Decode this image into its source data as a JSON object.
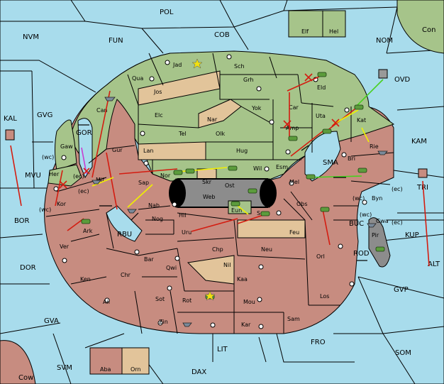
{
  "colors": {
    "sea": "#a8dcec",
    "green_power": "#a6c48a",
    "red_power": "#c78c80",
    "neutral": "#e2c49a",
    "impassable": "#8c8c8c",
    "order_move": "#d41c10",
    "order_support": "#f0f000",
    "order_convoy": "#48d020",
    "order_other": "#c83cd0"
  },
  "sea_labels": {
    "pol": "POL",
    "nvm": "NVM",
    "fun": "FUN",
    "cob": "COB",
    "nom": "NOM",
    "con": "Con",
    "gvg": "GVG",
    "kal": "KAL",
    "ovd": "OVD",
    "kam": "KAM",
    "mvu": "MVU",
    "bor": "BOR",
    "sma": "SMA",
    "buc": "BUC",
    "kup": "KUP",
    "dor": "DOR",
    "rod": "ROD",
    "alt": "ALT",
    "gvp": "GVP",
    "gva": "GVA",
    "lit": "LIT",
    "fro": "FRO",
    "som": "SOM",
    "svm": "SVM",
    "dax": "DAX",
    "rbu": "RBU",
    "gor": "GOR",
    "tri": "TRI",
    "cow": "Cow"
  },
  "land_labels": {
    "elf": "Elf",
    "hel": "Hel",
    "jad": "Jad",
    "sch": "Sch",
    "qua": "Qua",
    "grh": "Grh",
    "eld": "Eld",
    "jos": "Jos",
    "can": "Can",
    "car": "Car",
    "yok": "Yok",
    "elc": "Elc",
    "nar": "Nar",
    "uta": "Uta",
    "kat": "Kat",
    "amp": "Amp",
    "tel": "Tel",
    "olk": "Olk",
    "gaw": "Gaw",
    "gur": "Gur",
    "lan": "Lan",
    "hug": "Hug",
    "rie": "Rie",
    "bri": "Bri",
    "esm": "Esm",
    "wil": "Wil",
    "her": "Her",
    "nor": "Nor",
    "skr": "Skr",
    "ost": "Ost",
    "mel": "Mel",
    "sap": "Sap",
    "mit": "Mit",
    "web": "Web",
    "byn": "Byn",
    "kor": "Kor",
    "nab": "Nab",
    "eun": "Eun",
    "obs": "Obs",
    "hil": "Hil",
    "sun": "Sun",
    "gwa": "Gwa",
    "nog": "Nog",
    "ark": "Ark",
    "pir": "Pir",
    "uru": "Uru",
    "feu": "Feu",
    "ver": "Ver",
    "chp": "Chp",
    "neu": "Neu",
    "bar": "Bar",
    "qwi": "Qwi",
    "orl": "Orl",
    "nil": "Nil",
    "ken": "Ken",
    "chr": "Chr",
    "kaa": "Kaa",
    "sot": "Sot",
    "rot": "Rot",
    "ail": "Ail",
    "mou": "Mou",
    "los": "Los",
    "sam": "Sam",
    "zin": "Zin",
    "kar": "Kar",
    "aba": "Aba",
    "orn": "Orn"
  },
  "coast_tags": {
    "wc_gaw": "(wc)",
    "ec_gaw": "(ec)",
    "ec_mit": "(ec)",
    "wc_kor": "(wc)",
    "wc_byn": "(wc)",
    "ec_byn": "(ec)",
    "wc_gwa": "(wc)",
    "ec_gwa": "(ec)"
  }
}
